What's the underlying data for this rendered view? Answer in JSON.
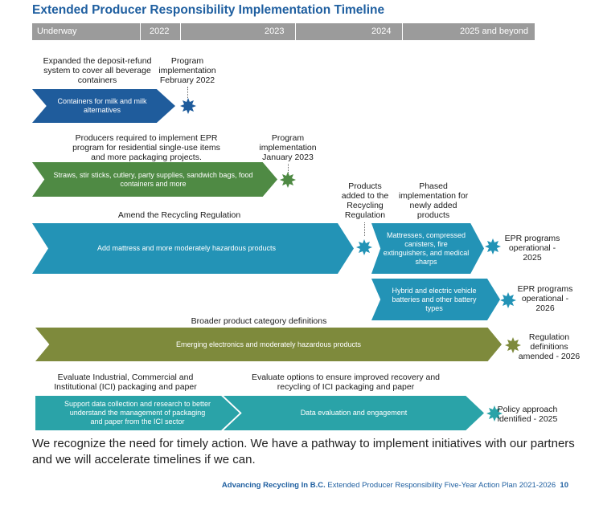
{
  "title": "Extended Producer Responsibility Implementation Timeline",
  "timeline": [
    "Underway",
    "2022",
    "2023",
    "2024",
    "2025 and beyond"
  ],
  "colors": {
    "blue": "#1f5c9c",
    "green": "#4f8a44",
    "teal": "#2393b6",
    "olive": "#7e8a3c",
    "aqua": "#2aa3a8"
  },
  "rows": {
    "deposit": {
      "heading": "Expanded the deposit-refund system to cover all beverage containers",
      "arrow": "Containers for milk and milk alternatives",
      "milestone": "Program implementation February 2022"
    },
    "packaging": {
      "heading": "Producers required to implement EPR program for residential single-use items and more packaging projects.",
      "arrow": "Straws, stir sticks, cutlery, party supplies, sandwich bags, food containers and more",
      "milestone": "Program implementation January 2023"
    },
    "regulation": {
      "heading": "Amend the Recycling Regulation",
      "arrow": "Add mattress and more moderately hazardous products",
      "milestone_added": "Products added to the Recycling Regulation",
      "milestone_phased": "Phased implementation for newly added products",
      "arrow_b1": "Mattresses, compressed canisters, fire extinguishers, and medical sharps",
      "end_b1": "EPR programs operational - 2025",
      "arrow_b2": "Hybrid and electric vehicle batteries and other battery types",
      "end_b2": "EPR programs operational - 2026"
    },
    "broader": {
      "heading": "Broader product category definitions",
      "arrow": "Emerging electronics and moderately hazardous products",
      "end": "Regulation definitions amended - 2026"
    },
    "ici": {
      "heading1": "Evaluate Industrial, Commercial and Institutional (ICI) packaging and paper",
      "heading2": "Evaluate options to ensure improved recovery and recycling of ICI packaging and paper",
      "arrow1": "Support data collection and research to better understand the management of packaging and paper from the ICI sector",
      "arrow2": "Data evaluation and engagement",
      "end": "Policy approach identified - 2025"
    }
  },
  "summary": "We recognize the need for timely action. We have a pathway to implement initiatives with our partners and we will accelerate timelines if we can.",
  "footer": {
    "publication": "Advancing Recycling In B.C.",
    "document": "Extended Producer Responsibility Five-Year Action Plan 2021-2026",
    "page": "10"
  }
}
